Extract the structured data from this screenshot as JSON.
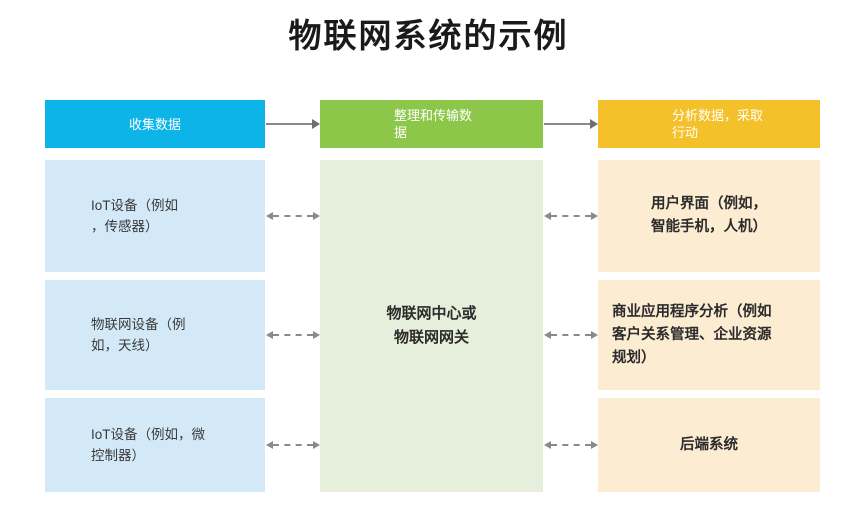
{
  "title": "物联网系统的示例",
  "colors": {
    "header_collect": "#0CB4E8",
    "header_transmit": "#8DC74A",
    "header_analyze": "#F5C12A",
    "box_left": "#D3E9F7",
    "box_center": "#E6EFDB",
    "box_right": "#FBECD2",
    "connector": "#8A8A8A",
    "background": "#FFFFFF"
  },
  "columns": [
    {
      "id": "collect",
      "header": {
        "lines": [
          "收集数据"
        ],
        "align": "center",
        "background": "#0CB4E8"
      },
      "boxes": [
        {
          "id": "iot-sensor",
          "lines": [
            "IoT设备（例如",
            "，传感器）"
          ]
        },
        {
          "id": "iot-antenna",
          "lines": [
            "物联网设备（例",
            "如，天线）"
          ]
        },
        {
          "id": "iot-microctrl",
          "lines": [
            "IoT设备（例如，微",
            "控制器）"
          ]
        }
      ]
    },
    {
      "id": "transmit",
      "header": {
        "lines": [
          "整理和传输数",
          "据"
        ],
        "align": "left",
        "background": "#8DC74A"
      },
      "boxes": [
        {
          "id": "iot-hub",
          "lines": [
            "物联网中心或",
            "物联网网关"
          ]
        }
      ]
    },
    {
      "id": "analyze",
      "header": {
        "lines": [
          "分析数据，采取",
          "行动"
        ],
        "align": "left",
        "background": "#F5C12A"
      },
      "boxes": [
        {
          "id": "ui",
          "lines": [
            "用户界面（例如，",
            "智能手机，人机）"
          ]
        },
        {
          "id": "business-apps",
          "lines": [
            "商业应用程序分析（例如",
            "客户关系管理、企业资源",
            "规划）"
          ]
        },
        {
          "id": "backend",
          "lines": [
            "后端系统"
          ]
        }
      ]
    }
  ],
  "connectors": [
    {
      "id": "collect-to-transmit",
      "style": "solid",
      "direction": "right"
    },
    {
      "id": "transmit-to-analyze",
      "style": "solid",
      "direction": "right"
    },
    {
      "id": "sensor-hub",
      "style": "dashed",
      "direction": "both"
    },
    {
      "id": "antenna-hub",
      "style": "dashed",
      "direction": "both"
    },
    {
      "id": "microctrl-hub",
      "style": "dashed",
      "direction": "both"
    },
    {
      "id": "hub-ui",
      "style": "dashed",
      "direction": "both"
    },
    {
      "id": "hub-business",
      "style": "dashed",
      "direction": "both"
    },
    {
      "id": "hub-backend",
      "style": "dashed",
      "direction": "both"
    }
  ]
}
